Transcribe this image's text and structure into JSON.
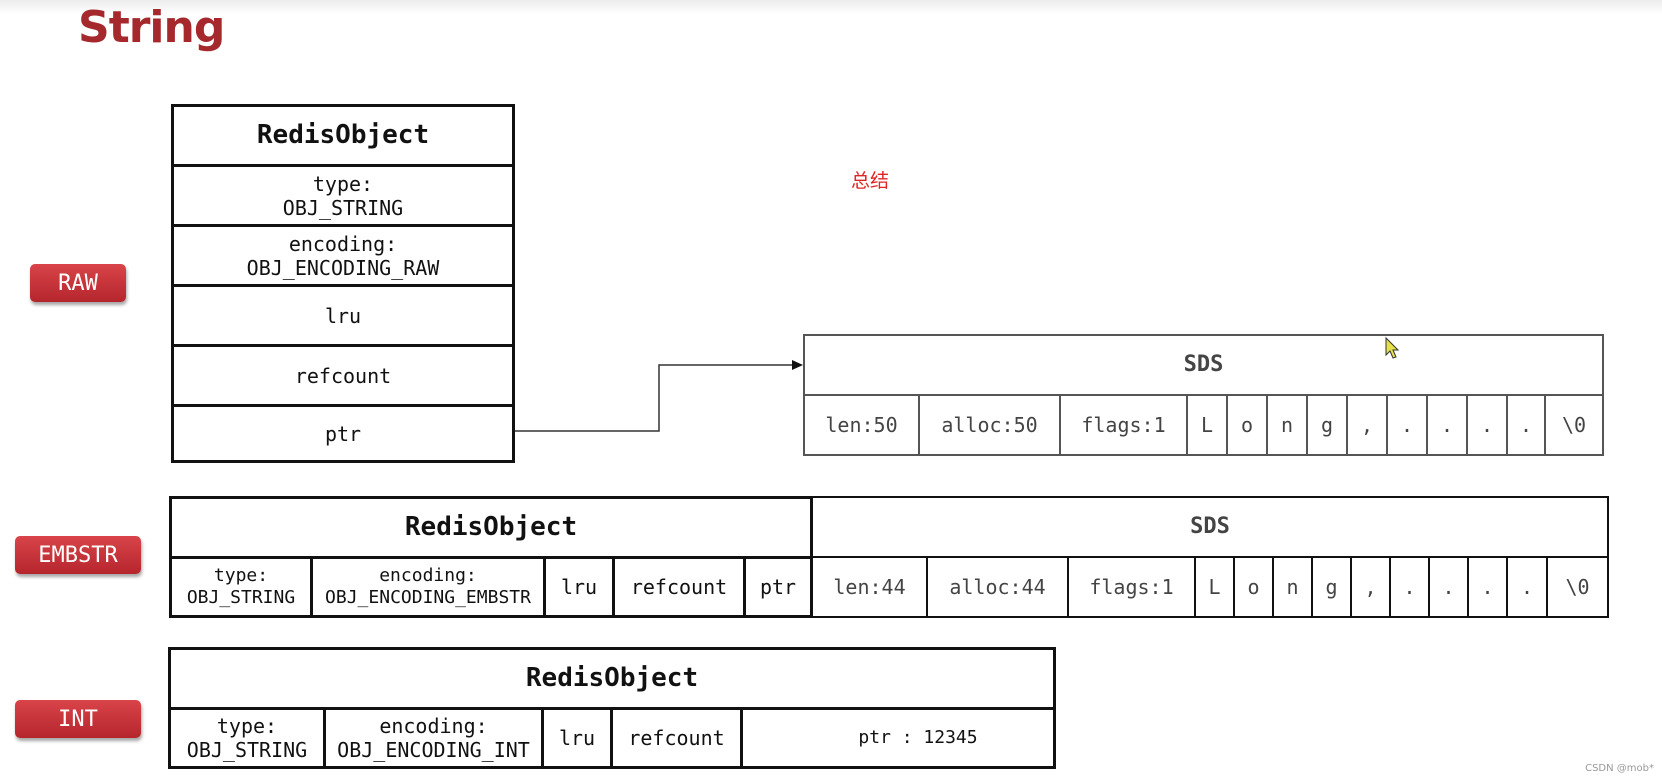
{
  "title": "String",
  "note": "总结",
  "watermark": "CSDN @mob*",
  "badges": {
    "raw": "RAW",
    "embstr": "EMBSTR",
    "int": "INT"
  },
  "raw": {
    "object": {
      "header": "RedisObject",
      "type_label": "type:",
      "type_value": "OBJ_STRING",
      "encoding_label": "encoding:",
      "encoding_value": "OBJ_ENCODING_RAW",
      "lru": "lru",
      "refcount": "refcount",
      "ptr": "ptr"
    },
    "sds": {
      "header": "SDS",
      "len": "len:50",
      "alloc": "alloc:50",
      "flags": "flags:1",
      "chars": [
        "L",
        "o",
        "n",
        "g",
        ",",
        ".",
        ".",
        ".",
        ".",
        "\\0"
      ]
    }
  },
  "embstr": {
    "object": {
      "header": "RedisObject",
      "type_label": "type:",
      "type_value": "OBJ_STRING",
      "encoding_label": "encoding:",
      "encoding_value": "OBJ_ENCODING_EMBSTR",
      "lru": "lru",
      "refcount": "refcount",
      "ptr": "ptr"
    },
    "sds": {
      "header": "SDS",
      "len": "len:44",
      "alloc": "alloc:44",
      "flags": "flags:1",
      "chars": [
        "L",
        "o",
        "n",
        "g",
        ",",
        ".",
        ".",
        ".",
        ".",
        "\\0"
      ]
    }
  },
  "int": {
    "object": {
      "header": "RedisObject",
      "type_label": "type:",
      "type_value": "OBJ_STRING",
      "encoding_label": "encoding:",
      "encoding_value": "OBJ_ENCODING_INT",
      "lru": "lru",
      "refcount": "refcount",
      "ptr": "ptr : 12345"
    }
  },
  "colors": {
    "accent": "#a5282c",
    "note": "#e02424"
  }
}
